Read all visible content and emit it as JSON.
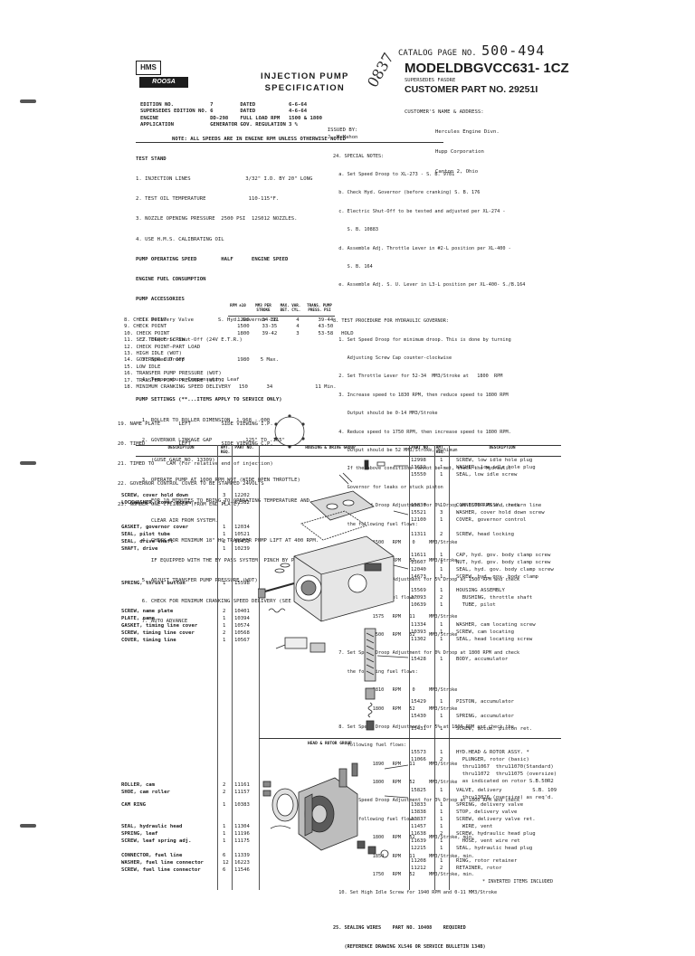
{
  "header": {
    "catalog_label": "CATALOG PAGE NO.",
    "catalog_number": "500-494",
    "model_label": "MODEL",
    "model_number": "DBGVCC631- 1CZ",
    "superseded_label": "SUPERSEDES FASDRE",
    "customer_label": "CUSTOMER PART NO.",
    "customer_part": "29251I",
    "address_label": "CUSTOMER'S NAME & ADDRESS:",
    "address_lines": [
      "Hercules Engine Divn.",
      "Hupp Corporation",
      "Canton 2, Ohio"
    ],
    "title_line1": "INJECTION PUMP",
    "title_line2": "SPECIFICATION",
    "logo_top": "HMS",
    "logo_bottom": "ROOSA MASTER",
    "handwritten": "0837"
  },
  "edition": {
    "rows": [
      {
        "label": "EDITION NO.",
        "value": "7",
        "label2": "DATED",
        "value2": "6-6-64"
      },
      {
        "label": "SUPERSEDES EDITION NO.",
        "value": "6",
        "label2": "DATED",
        "value2": "4-6-64"
      },
      {
        "label": "ENGINE",
        "value": "DD-298",
        "label2": "FULL LOAD RPM",
        "value2": "1500 & 1800"
      },
      {
        "label": "APPLICATION",
        "value": "GENERATOR",
        "label2": "GOV. REGULATION",
        "value2": "3 %"
      }
    ],
    "issued_by_label": "ISSUED BY:",
    "issued_by": "J. McMahon"
  },
  "note": "NOTE: ALL SPEEDS ARE IN ENGINE RPM UNLESS OTHERWISE NOTED",
  "left_col": [
    "TEST STAND",
    "1. INJECTION LINES                  3/32\" I.D. BY 20\" LONG",
    "2. TEST OIL TEMPERATURE              110-115°F.",
    "3. NOZZLE OPENING PRESSURE  2500 PSI  12S012 NOZZLES.",
    "4. USE H.M.S. CALIBRATING OIL",
    "PUMP OPERATING SPEED        HALF      ENGINE SPEED",
    "ENGINE FUEL CONSUMPTION",
    "PUMP ACCESSORIES",
    "  1. Delivery Valve        S. Hyd. Governor 111",
    "  2. Electric Shut-Off (24V E.T.R.)",
    "  3. Speed Droop",
    "  4. Temperature Compensating Leaf",
    "PUMP SETTINGS (**...ITEMS APPLY TO SERVICE ONLY)",
    "  1. ROLLER TO ROLLER DIMENSION  1.968 -.000",
    "  2. GOVERNOR LINKAGE GAP          .125\" TO .165\"",
    "     (GUSE GAGE NO. 13309)",
    "  3. OPERATE PUMP AT 1000 RPM WOT (WIDE OPEN THROTTLE)",
    "     FOR 10 MINUTES TO BRING TO OPERATING TEMPERATURE AND",
    "     CLEAR AIR FROM SYSTEM.",
    "  4. CHECK FOR MINIMUM 18\" HG TRANSFER PUMP LIFT AT 400 RPM.",
    "     IF EQUIPPED WITH THE BY PASS SYSTEM, PINCH BY PASS HOSE.",
    "  5. ADJUST TRANSFER PUMP PRESSURE (WOT)",
    "  6. CHECK FOR MINIMUM CRANKING SPEED DELIVERY (SEE STEP 18)",
    "  7. AUTO ADVANCE"
  ],
  "right_col": [
    "24. SPECIAL NOTES:",
    "  a. Set Speed Droop to XL-273 - S. B. 9781",
    "  b. Check Hyd. Governor (before cranking) S. B. 176",
    "  c. Electric Shut-Off to be tested and adjusted per XL-274 -",
    "     S. B. 10883",
    "  d. Assemble Adj. Throttle Lever in #2-L position per XL-400 -",
    "     S. B. 164",
    "  e. Assemble Adj. S. U. Lever in L3-L position per XL-400- S./B.164",
    "",
    "8. TEST PROCEDURE FOR HYDRAULIC GOVERNOR:",
    "  1. Set Speed Droop for minimum droop. This is done by turning",
    "     Adjusting Screw Cap counter-clockwise",
    "  2. Set Throttle Lever for 52-34  MM3/Stroke at   1800  RPM",
    "  3. Increase speed to 1830 RPM, then reduce speed to 1800 RPM",
    "     Output should be 0-14 MM3/Stroke",
    "  4. Reduce speed to 1750 RPM, then increase speed to 1800 RPM.",
    "     Output should be 52 MM3/Stroke, minimum",
    "     If the above conditions cannot be met, check the Hydraulic",
    "     Governor for leaks or stuck piston",
    "  5. Set Speed Droop Adjustment for 0% Droop at 1500 RPM and check",
    "     the following fuel flows:",
    "              1500   RPM    0     MM3/Stroke",
    "              1500   RPM   52     MM3/Stroke",
    "  6. Set Speed Droop Adjustment for 5% Droop at 1500 RPM and check",
    "     the following fuel flows:",
    "              1575   RPM   11     MM3/Stroke",
    "              1500   RPM   52     MM3/Stroke",
    "  7. Set Speed Droop Adjustment for 0% Droop at 1800 RPM and check",
    "     the following fuel flows:",
    "              1810   RPM    0     MM3/Stroke",
    "              1800   RPM   52     MM3/Stroke",
    "  8. Set Speed Droop Adjustment for 5% at 1800 RPM and check the",
    "     following fuel flows:",
    "              1890   RPM   11     MM3/Stroke",
    "              1800   RPM   52     MM3/Stroke",
    "  9. Set Speed Droop Adjustment for 3% Droop at 1800 RPM and check",
    "     the following fuel flows:",
    "              1800   RPM   52     MM3/Stroke, min.",
    "              1854   RPM   11     MM3/Stroke, min.",
    "              1750   RPM   52     MM3/Stroke, min.",
    "  10. Set High Idle Screw for 1940 RPM and 0-11 MM3/Stroke",
    "",
    "25. SEALING WIRES    PART NO. 10408    REQUIRED",
    "    (REFERENCE DRAWING XL546 OR SERVICE BULLETIN 134B)"
  ],
  "check_table": {
    "headers": [
      "RPM ±10",
      "MM3 PER STROKE",
      "MAX. VAR. BET. CYL.",
      "TRANS. PUMP PRESS. PSI"
    ],
    "rows": [
      [
        "8. CHECK POINT",
        "1200",
        "34-36",
        "4",
        "39-44",
        ""
      ],
      [
        "9. CHECK POINT",
        "1500",
        "33-35",
        "4",
        "43-50",
        ""
      ],
      [
        "10. CHECK POINT",
        "1800",
        "39-42",
        "3",
        "53-58",
        "HOLD"
      ],
      [
        "11. SET TORQUE SCREW",
        "",
        "",
        "",
        "",
        ""
      ],
      [
        "12. CHECK POINT—PART LOAD",
        "",
        "",
        "",
        "",
        ""
      ],
      [
        "13. HIGH IDLE (WOT)",
        "",
        "",
        "",
        "",
        ""
      ],
      [
        "14. GOVERNOR CUT OFF",
        "1980",
        "5 Max.",
        "",
        "",
        ""
      ],
      [
        "15. LOW IDLE",
        "",
        "",
        "",
        "",
        ""
      ],
      [
        "16. TRANSFER PUMP PRESSURE (WOT)",
        "",
        "",
        "",
        "",
        ""
      ],
      [
        "17. TRANSFER PUMP PRESSURE (WOT)",
        "",
        "",
        "",
        "",
        ""
      ],
      [
        "18. MINIMUM CRANKING SPEED DELIVERY",
        "150",
        "34",
        "",
        "11 Min.",
        ""
      ]
    ]
  },
  "bottom_notes": [
    "19. NAME PLATE      LEFT          SIDE VIEWING I.P.",
    "20. TIMED           LEFT          SIDE VIEWING C.P.",
    "21. TIMED TO    CAM (For relative end of injection)",
    "22. GOVERNOR CONTROL COVER TO BE STAMPED 24VOLTS",
    "23. NUMBER ONE CYLINDER (FROM END PLATE)"
  ],
  "parts_header": {
    "description": "DESCRIPTION",
    "qty": "AMT. REQ.",
    "part_no": "PART NO.",
    "group": "HOUSING & DRIVE GROUP",
    "sub_group": "HEAD & ROTOR GROUP"
  },
  "left_parts": [
    {
      "desc": "SCREW, cover hold down",
      "qty": "3",
      "part": "12202"
    },
    {
      "desc": "LOCKWASHER, cover screw",
      "qty": "3",
      "part": "11582"
    },
    {
      "desc": "GASKET, governor cover",
      "qty": "1",
      "part": "12034"
    },
    {
      "desc": "SEAL, pilot tube",
      "qty": "1",
      "part": "10521"
    },
    {
      "desc": "SEAL, drive shaft",
      "qty": "2",
      "part": "10453"
    },
    {
      "desc": "SHAFT, drive",
      "qty": "1",
      "part": "10239"
    },
    {
      "desc": "SPRING, thrust button",
      "qty": "1",
      "part": "15598"
    },
    {
      "desc": "SCREW, name plate",
      "qty": "2",
      "part": "10401"
    },
    {
      "desc": "PLATE, name",
      "qty": "1",
      "part": "10394"
    },
    {
      "desc": "GASKET, timing line cover",
      "qty": "1",
      "part": "10574"
    },
    {
      "desc": "SCREW, timing line cover",
      "qty": "2",
      "part": "10568"
    },
    {
      "desc": "COVER, timing line",
      "qty": "1",
      "part": "10567"
    },
    {
      "desc": "ROLLER, cam",
      "qty": "2",
      "part": "11161"
    },
    {
      "desc": "SHOE, cam roller",
      "qty": "2",
      "part": "11157"
    },
    {
      "desc": "CAM RING",
      "qty": "1",
      "part": "10383"
    },
    {
      "desc": "SEAL, hydraulic head",
      "qty": "1",
      "part": "11304"
    },
    {
      "desc": "SPRING, leaf",
      "qty": "1",
      "part": "11196"
    },
    {
      "desc": "SCREW, leaf spring adj.",
      "qty": "1",
      "part": "11175"
    },
    {
      "desc": "CONNECTOR, fuel line",
      "qty": "6",
      "part": "11339"
    },
    {
      "desc": "WASHER, fuel line connector",
      "qty": "12",
      "part": "16223"
    },
    {
      "desc": "SCREW, fuel line connector",
      "qty": "6",
      "part": "11546"
    }
  ],
  "right_parts": [
    {
      "part": "12998",
      "qty": "1",
      "desc": "SCREW, low idle hole plug"
    },
    {
      "part": "13659",
      "qty": "1",
      "desc": "WASHER, low idle hole plug"
    },
    {
      "part": "15550",
      "qty": "1",
      "desc": "SEAL, low idle screw"
    },
    {
      "part": "15830",
      "qty": "1",
      "desc": "CONNECTOR ASSY., return line"
    },
    {
      "part": "15521",
      "qty": "3",
      "desc": "WASHER, cover hold down screw"
    },
    {
      "part": "12100",
      "qty": "1",
      "desc": "COVER, governor control"
    },
    {
      "part": "11311",
      "qty": "2",
      "desc": "SCREW, head locking"
    },
    {
      "part": "11611",
      "qty": "1",
      "desc": "CAP, hyd. gov. body clamp screw"
    },
    {
      "part": "13607",
      "qty": "1",
      "desc": "NUT, hyd. gov. body clamp screw"
    },
    {
      "part": "12040",
      "qty": "1",
      "desc": "SEAL, hyd. gov. body clamp screw"
    },
    {
      "part": "14673",
      "qty": "1",
      "desc": "SCREW, hyd. gov. body clamp"
    },
    {
      "part": "15569",
      "qty": "1",
      "desc": "HOUSING ASSEMBLY"
    },
    {
      "part": "17093",
      "qty": "2",
      "desc": "  BUSHING, throttle shaft"
    },
    {
      "part": "10639",
      "qty": "1",
      "desc": "  TUBE, pilot"
    },
    {
      "part": "11334",
      "qty": "1",
      "desc": "WASHER, cam locating screw"
    },
    {
      "part": "10393",
      "qty": "1",
      "desc": "SCREW, cam locating"
    },
    {
      "part": "11302",
      "qty": "1",
      "desc": "SEAL, head locating screw"
    },
    {
      "part": "15428",
      "qty": "1",
      "desc": "BODY, accumulator"
    },
    {
      "part": "15429",
      "qty": "1",
      "desc": "PISTON, accumulator"
    },
    {
      "part": "15430",
      "qty": "1",
      "desc": "SPRING, accumulator"
    },
    {
      "part": "15431",
      "qty": "1",
      "desc": "SCREW, accum. piston ret."
    }
  ],
  "right_parts2": [
    {
      "part": "15573",
      "qty": "1",
      "desc": "HYD.HEAD & ROTOR ASSY. *"
    },
    {
      "part": "11066",
      "qty": "2",
      "desc": "  PLUNGER, rotor (basic)"
    },
    {
      "part": "",
      "qty": "",
      "desc": "  thru11067  thru11070(Standard)"
    },
    {
      "part": "",
      "qty": "",
      "desc": "  thru11072  thru11075 (oversize)"
    },
    {
      "part": "",
      "qty": "",
      "desc": "  as indicated on rotor S.B.50R2"
    },
    {
      "part": "15825",
      "qty": "1",
      "desc": "VALVE, delivery          S.B. 109"
    },
    {
      "part": "",
      "qty": "",
      "desc": "  thru13826 (oversize) as req'd."
    },
    {
      "part": "13833",
      "qty": "1",
      "desc": "SPRING, delivery valve"
    },
    {
      "part": "13838",
      "qty": "1",
      "desc": "STOP, delivery valve"
    },
    {
      "part": "13837",
      "qty": "1",
      "desc": "SCREW, delivery valve ret."
    },
    {
      "part": "11457",
      "qty": "1",
      "desc": "  WIRE, vent"
    },
    {
      "part": "11638",
      "qty": "2",
      "desc": "SCREW, hydraulic head plug"
    },
    {
      "part": "11639",
      "qty": "1",
      "desc": "  HOSE, vent wire ret"
    },
    {
      "part": "12215",
      "qty": "1",
      "desc": "SEAL, hydraulic head plug"
    },
    {
      "part": "11208",
      "qty": "1",
      "desc": "RING, rotor retainer"
    },
    {
      "part": "11212",
      "qty": "2",
      "desc": "RETAINER, rotor"
    }
  ],
  "footnote": "* INVERTED ITEMS INCLUDED"
}
